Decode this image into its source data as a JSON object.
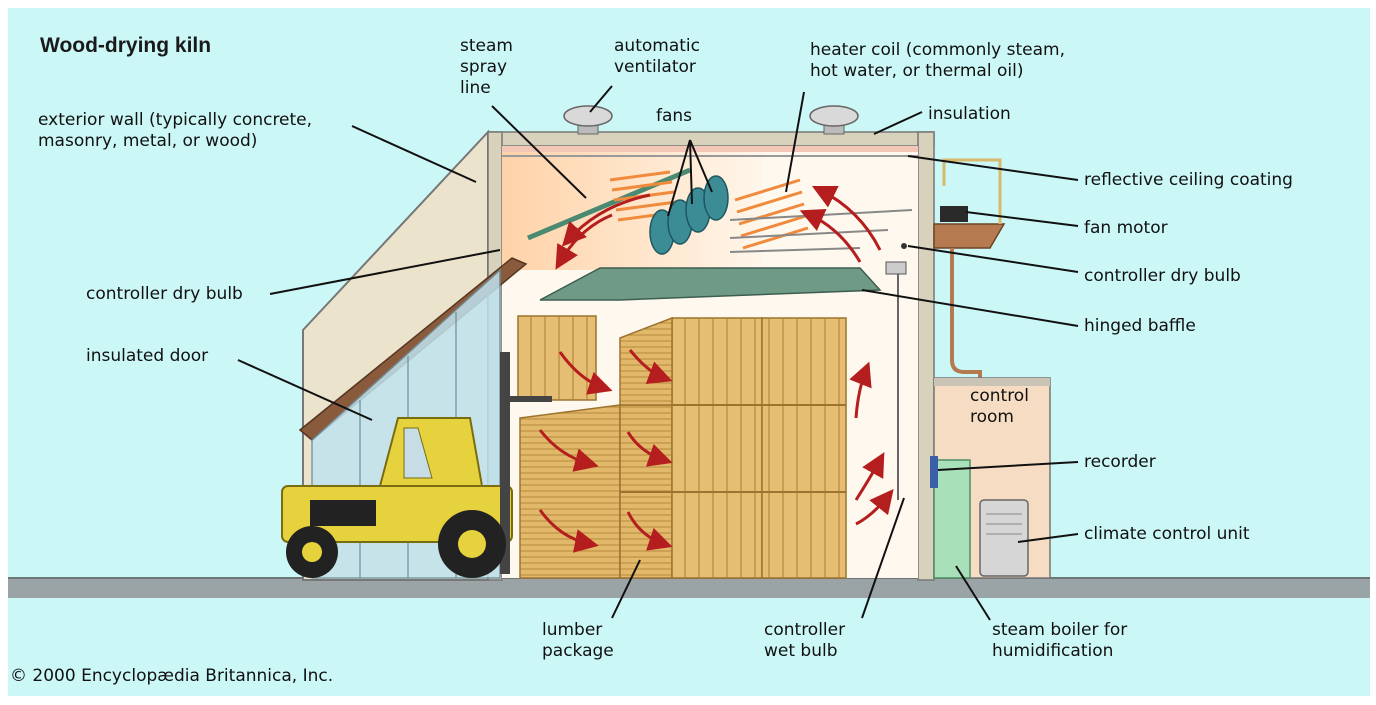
{
  "title": "Wood-drying kiln",
  "credit": "© 2000 Encyclopædia Britannica, Inc.",
  "labels": {
    "exterior_wall": "exterior wall (typically concrete,\nmasonry, metal, or wood)",
    "steam_spray_line": "steam\nspray\nline",
    "automatic_ventilator": "automatic\nventilator",
    "fans": "fans",
    "heater_coil": "heater coil (commonly steam,\nhot water, or thermal oil)",
    "insulation": "insulation",
    "reflective_ceiling_coating": "reflective ceiling coating",
    "fan_motor": "fan motor",
    "controller_dry_bulb_right": "controller dry bulb",
    "controller_dry_bulb_left": "controller dry bulb",
    "hinged_baffle": "hinged  baffle",
    "insulated_door": "insulated door",
    "control_room": "control\nroom",
    "recorder": "recorder",
    "climate_control_unit": "climate control unit",
    "lumber_package": "lumber\npackage",
    "controller_wet_bulb": "controller\nwet bulb",
    "steam_boiler": "steam boiler  for\nhumidification"
  },
  "colors": {
    "background": "#ccf7f7",
    "wall": "#ebe3cc",
    "lumber": "#e2b86b",
    "airflow_arrow": "#b41e1e",
    "forklift": "#e6d23c",
    "heater_coil": "#f08a3c",
    "fan_blade": "#3c8c96"
  }
}
